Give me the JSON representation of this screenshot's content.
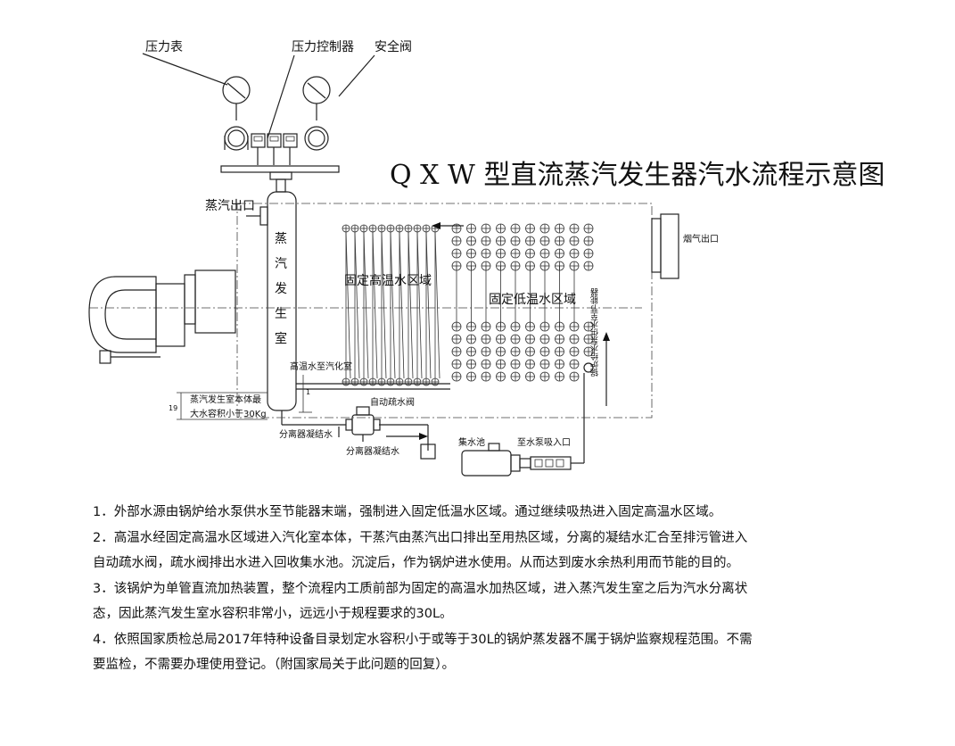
{
  "title": "Q X W 型直流蒸汽发生器汽水流程示意图",
  "labels": {
    "pressure_gauge": "压力表",
    "pressure_controller": "压力控制器",
    "safety_valve": "安全阀",
    "steam_outlet": "蒸汽出口",
    "flue_outlet": "烟气出口",
    "steam_chamber": [
      "蒸",
      "汽",
      "发",
      "生",
      "室"
    ],
    "high_temp_zone": "固定高温水区域",
    "low_temp_zone": "固定低温水区域",
    "hot_water_to_chamber": "高温水至汽化室",
    "auto_drain_valve": "自动疏水阀",
    "chamber_volume_1": "蒸汽发生室本体最",
    "chamber_volume_2": "大水容积小于30Kg",
    "separator_condensate_1": "分离器凝结水",
    "separator_condensate_2": "分离器凝结水",
    "collection_tank": "集水池",
    "to_pump_inlet": "至水泵吸入口",
    "feed_pump_to_economizer": "锅炉给水泵供水至节能器",
    "dim_19": "19",
    "dim_1": "1"
  },
  "notes": [
    "1．外部水源由锅炉给水泵供水至节能器末端，强制进入固定低温水区域。通过继续吸热进入固定高温水区域。",
    "2．高温水经固定高温水区域进入汽化室本体，干蒸汽由蒸汽出口排出至用热区域，分离的凝结水汇合至排污管进入",
    "自动疏水阀，疏水阀排出水进入回收集水池。沉淀后，作为锅炉进水使用。从而达到废水余热利用而节能的目的。",
    "3．该锅炉为单管直流加热装置，整个流程内工质前部为固定的高温水加热区域，进入蒸汽发生室之后为汽水分离状",
    "态，因此蒸汽发生室水容积非常小，远远小于规程要求的30L。",
    "4．依照国家质检总局2017年特种设备目录划定水容积小于或等于30L的锅炉蒸发器不属于锅炉监察规程范围。不需",
    "要监检，不需要办理使用登记。（附国家局关于此问题的回复）。"
  ]
}
